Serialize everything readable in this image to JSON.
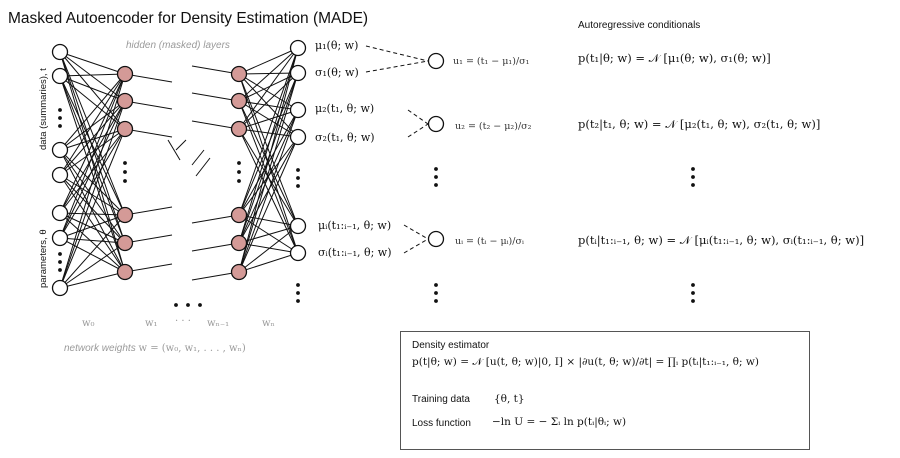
{
  "title": "Masked Autoencoder for Density Estimation (MADE)",
  "hidden_layers_label": "hidden (masked) layers",
  "data_axis_label": "data (summaries), t",
  "params_axis_label": "parameters, θ",
  "autoregressive_title": "Autoregressive conditionals",
  "outputs": [
    {
      "mu": "μ₁(θ; w)",
      "sigma": "σ₁(θ; w)",
      "u": "u₁ = (t₁ − μ₁)/σ₁",
      "conditional": "p(t₁|θ; w) = 𝒩 [μ₁(θ; w), σ₁(θ; w)]"
    },
    {
      "mu": "μ₂(t₁, θ; w)",
      "sigma": "σ₂(t₁, θ; w)",
      "u": "u₂ = (t₂ − μ₂)/σ₂",
      "conditional": "p(t₂|t₁, θ; w) = 𝒩 [μ₂(t₁, θ; w), σ₂(t₁, θ; w)]"
    },
    {
      "mu": "μᵢ(t₁:ᵢ₋₁, θ; w)",
      "sigma": "σᵢ(t₁:ᵢ₋₁, θ; w)",
      "u": "uᵢ = (tᵢ − μᵢ)/σᵢ",
      "conditional": "p(tᵢ|t₁:ᵢ₋₁, θ; w) = 𝒩 [μᵢ(t₁:ᵢ₋₁, θ; w), σᵢ(t₁:ᵢ₋₁, θ; w)]"
    }
  ],
  "weights": [
    "w₀",
    "w₁",
    "· · ·",
    "wₙ₋₁",
    "wₙ"
  ],
  "network_weights_label": "network weights",
  "network_weights_eq": "w = (w₀, w₁, . . . , wₙ)",
  "box": {
    "density_heading": "Density estimator",
    "density_eq": "p(t|θ; w) = 𝒩 [u(t, θ; w)|0, I] × |∂u(t, θ; w)/∂t| = ∏ᵢ p(tᵢ|t₁:ᵢ₋₁, θ; w)",
    "training_heading": "Training data",
    "training_eq": "{θ, t}",
    "loss_heading": "Loss function",
    "loss_eq": "−ln U = − Σᵢ ln p(tᵢ|θᵢ; w)"
  },
  "colors": {
    "hidden_node": "#d49a97",
    "node_stroke": "#111111",
    "input_node": "#ffffff",
    "box_border": "#555555"
  }
}
